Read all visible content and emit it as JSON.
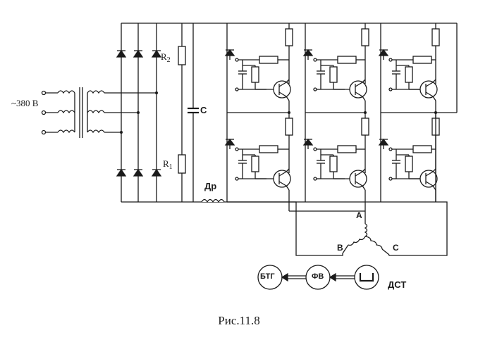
{
  "labels": {
    "supply": "~380 В",
    "r2": "R",
    "r2_sub": "2",
    "r1": "R",
    "r1_sub": "1",
    "capacitor": "C",
    "choke": "Др",
    "phase_a": "A",
    "phase_b": "B",
    "phase_c": "C",
    "btg": "БТГ",
    "fv": "ФВ",
    "dst": "ДСТ"
  },
  "caption": "Рис.11.8"
}
